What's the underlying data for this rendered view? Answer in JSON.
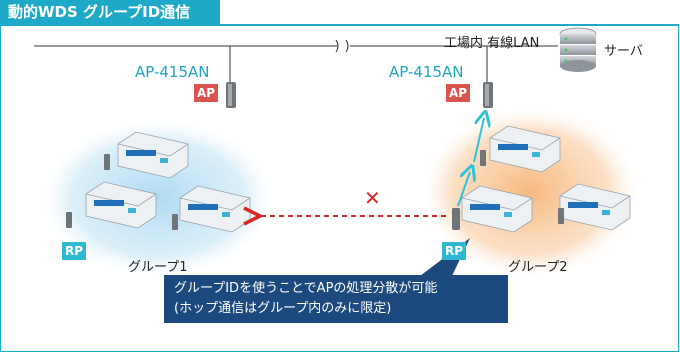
{
  "title": "動的WDS グループID通信",
  "network": {
    "lan_label": "工場内 有線LAN",
    "server_label": "サーバ"
  },
  "access_points": [
    {
      "model": "AP-415AN",
      "badge": "AP"
    },
    {
      "model": "AP-415AN",
      "badge": "AP"
    }
  ],
  "groups": [
    {
      "label": "グループ1",
      "rp_badge": "RP",
      "color": "#bfe3f6"
    },
    {
      "label": "グループ2",
      "rp_badge": "RP",
      "color": "#f9d3ae"
    }
  ],
  "callout": {
    "line1": "グループIDを使うことでAPの処理分散が可能",
    "line2": "(ホップ通信はグループ内のみに限定)"
  },
  "blocked_symbol": "✕",
  "colors": {
    "accent": "#1fa9c9",
    "ap_badge": "#d9534f",
    "rp_badge": "#2fb8d4",
    "callout_bg": "#1c4a7e",
    "blocked": "#d62828",
    "arrow": "#2fc2d9"
  }
}
